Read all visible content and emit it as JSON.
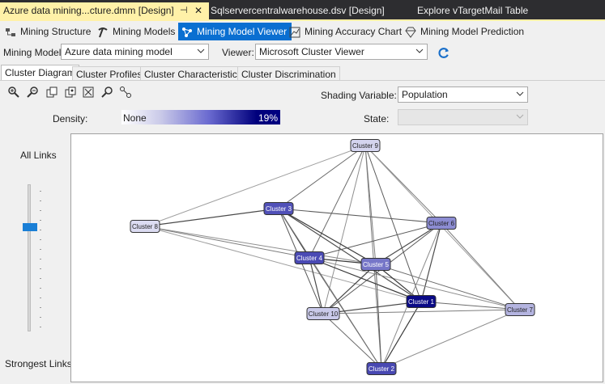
{
  "doc_tabs": [
    {
      "label": "Azure data mining...cture.dmm [Design]",
      "active": true
    },
    {
      "label": "Sqlservercentralwarehouse.dsv [Design]",
      "active": false
    },
    {
      "label": "Explore vTargetMail Table",
      "active": false
    }
  ],
  "toolbar": [
    {
      "label": "Mining Structure",
      "icon": "mining-structure-icon"
    },
    {
      "label": "Mining Models",
      "icon": "pickaxe-icon"
    },
    {
      "label": "Mining Model Viewer",
      "icon": "model-viewer-icon",
      "selected": true
    },
    {
      "label": "Mining Accuracy Chart",
      "icon": "accuracy-chart-icon"
    },
    {
      "label": "Mining Model Prediction",
      "icon": "diamond-icon"
    }
  ],
  "selectors": {
    "mining_model_label": "Mining Model:",
    "mining_model_value": "Azure data mining model",
    "viewer_label": "Viewer:",
    "viewer_value": "Microsoft Cluster Viewer"
  },
  "viewer_tabs": [
    "Cluster Diagram",
    "Cluster Profiles",
    "Cluster Characteristics",
    "Cluster Discrimination"
  ],
  "shading": {
    "shading_label": "Shading Variable:",
    "shading_value": "Population",
    "state_label": "State:",
    "state_value": "",
    "density_label": "Density:",
    "density_min": "None",
    "density_max": "19%"
  },
  "slider": {
    "top_label": "All Links",
    "bottom_label": "Strongest Links",
    "position": 0.29
  },
  "clusters": [
    {
      "label": "Cluster 9",
      "shade": "#d4d4ee",
      "text": "#1e1e1e"
    },
    {
      "label": "Cluster 3",
      "shade": "#5050b8",
      "text": "#ffffff"
    },
    {
      "label": "Cluster 6",
      "shade": "#8c8cd2",
      "text": "#1e1e1e"
    },
    {
      "label": "Cluster 8",
      "shade": "#dcdcf2",
      "text": "#1e1e1e"
    },
    {
      "label": "Cluster 4",
      "shade": "#4a4ab4",
      "text": "#ffffff"
    },
    {
      "label": "Cluster 5",
      "shade": "#7676c8",
      "text": "#ffffff"
    },
    {
      "label": "Cluster 1",
      "shade": "#0a0a86",
      "text": "#ffffff"
    },
    {
      "label": "Cluster 7",
      "shade": "#b4b4e0",
      "text": "#1e1e1e"
    },
    {
      "label": "Cluster 10",
      "shade": "#cacaea",
      "text": "#1e1e1e"
    },
    {
      "label": "Cluster 2",
      "shade": "#4848b2",
      "text": "#ffffff"
    }
  ],
  "links": [
    [
      "Cluster 9",
      "Cluster 8",
      0.3
    ],
    [
      "Cluster 9",
      "Cluster 3",
      0.6
    ],
    [
      "Cluster 9",
      "Cluster 6",
      0.5
    ],
    [
      "Cluster 9",
      "Cluster 4",
      0.6
    ],
    [
      "Cluster 9",
      "Cluster 5",
      0.5
    ],
    [
      "Cluster 9",
      "Cluster 1",
      0.7
    ],
    [
      "Cluster 9",
      "Cluster 10",
      0.4
    ],
    [
      "Cluster 9",
      "Cluster 2",
      0.5
    ],
    [
      "Cluster 9",
      "Cluster 7",
      0.3
    ],
    [
      "Cluster 8",
      "Cluster 3",
      0.8
    ],
    [
      "Cluster 8",
      "Cluster 4",
      0.5
    ],
    [
      "Cluster 8",
      "Cluster 5",
      0.4
    ],
    [
      "Cluster 8",
      "Cluster 1",
      0.3
    ],
    [
      "Cluster 3",
      "Cluster 6",
      0.7
    ],
    [
      "Cluster 3",
      "Cluster 4",
      0.9
    ],
    [
      "Cluster 3",
      "Cluster 5",
      0.9
    ],
    [
      "Cluster 3",
      "Cluster 1",
      0.8
    ],
    [
      "Cluster 3",
      "Cluster 10",
      0.7
    ],
    [
      "Cluster 3",
      "Cluster 2",
      0.5
    ],
    [
      "Cluster 6",
      "Cluster 4",
      0.7
    ],
    [
      "Cluster 6",
      "Cluster 5",
      0.8
    ],
    [
      "Cluster 6",
      "Cluster 1",
      0.8
    ],
    [
      "Cluster 6",
      "Cluster 10",
      0.7
    ],
    [
      "Cluster 6",
      "Cluster 7",
      0.5
    ],
    [
      "Cluster 4",
      "Cluster 5",
      0.9
    ],
    [
      "Cluster 4",
      "Cluster 1",
      0.9
    ],
    [
      "Cluster 4",
      "Cluster 10",
      0.8
    ],
    [
      "Cluster 4",
      "Cluster 2",
      0.6
    ],
    [
      "Cluster 4",
      "Cluster 7",
      0.4
    ],
    [
      "Cluster 5",
      "Cluster 1",
      0.9
    ],
    [
      "Cluster 5",
      "Cluster 10",
      0.8
    ],
    [
      "Cluster 5",
      "Cluster 2",
      0.7
    ],
    [
      "Cluster 5",
      "Cluster 7",
      0.6
    ],
    [
      "Cluster 1",
      "Cluster 10",
      0.8
    ],
    [
      "Cluster 1",
      "Cluster 2",
      0.9
    ],
    [
      "Cluster 1",
      "Cluster 7",
      0.6
    ],
    [
      "Cluster 10",
      "Cluster 2",
      0.6
    ],
    [
      "Cluster 10",
      "Cluster 7",
      0.5
    ],
    [
      "Cluster 2",
      "Cluster 7",
      0.4
    ],
    [
      "Cluster 6",
      "Cluster 2",
      0.4
    ]
  ]
}
